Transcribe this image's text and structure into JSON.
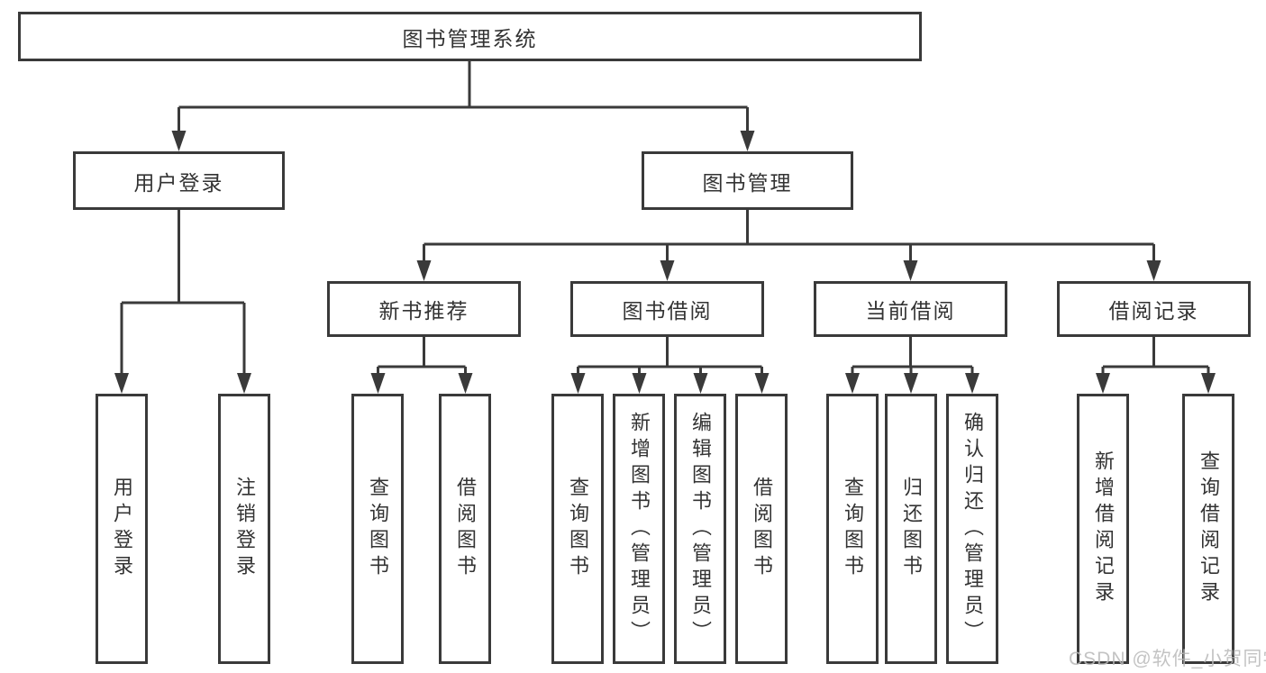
{
  "tree": {
    "label": "图书管理系统",
    "children": [
      {
        "label": "用户登录",
        "children": [
          {
            "label": "用户登录"
          },
          {
            "label": "注销登录"
          }
        ]
      },
      {
        "label": "图书管理",
        "children": [
          {
            "label": "新书推荐",
            "children": [
              {
                "label": "查询图书"
              },
              {
                "label": "借阅图书"
              }
            ]
          },
          {
            "label": "图书借阅",
            "children": [
              {
                "label": "查询图书"
              },
              {
                "label": "新增图书（管理员）"
              },
              {
                "label": "编辑图书（管理员）"
              },
              {
                "label": "借阅图书"
              }
            ]
          },
          {
            "label": "当前借阅",
            "children": [
              {
                "label": "查询图书"
              },
              {
                "label": "归还图书"
              },
              {
                "label": "确认归还（管理员）"
              }
            ]
          },
          {
            "label": "借阅记录",
            "children": [
              {
                "label": "新增借阅记录"
              },
              {
                "label": "查询借阅记录"
              }
            ]
          }
        ]
      }
    ]
  },
  "watermark": "CSDN @软件_小贺同学",
  "colors": {
    "line": "#3a3a3a",
    "text": "#333333",
    "background": "#ffffff",
    "watermark": "#b9b9b9"
  }
}
